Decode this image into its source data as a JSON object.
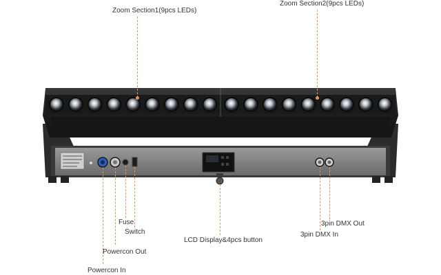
{
  "callouts": {
    "zoom1": "Zoom Section1(9pcs LEDs)",
    "zoom2": "Zoom Section2(9pcs LEDs)",
    "fuse": "Fuse",
    "switch": "Switch",
    "powercon_out": "Powercon Out",
    "powercon_in": "Powercon In",
    "lcd": "LCD Display&4pcs button",
    "dmx_out": "3pin DMX Out",
    "dmx_in": "3pin DMX In"
  },
  "fixture": {
    "led_count": 18,
    "zoom_sections": 2,
    "leds_per_section": 9,
    "colors": {
      "body": "#2a2a2a",
      "panel": "#7d7d7d",
      "leader": "#e0955f"
    }
  }
}
